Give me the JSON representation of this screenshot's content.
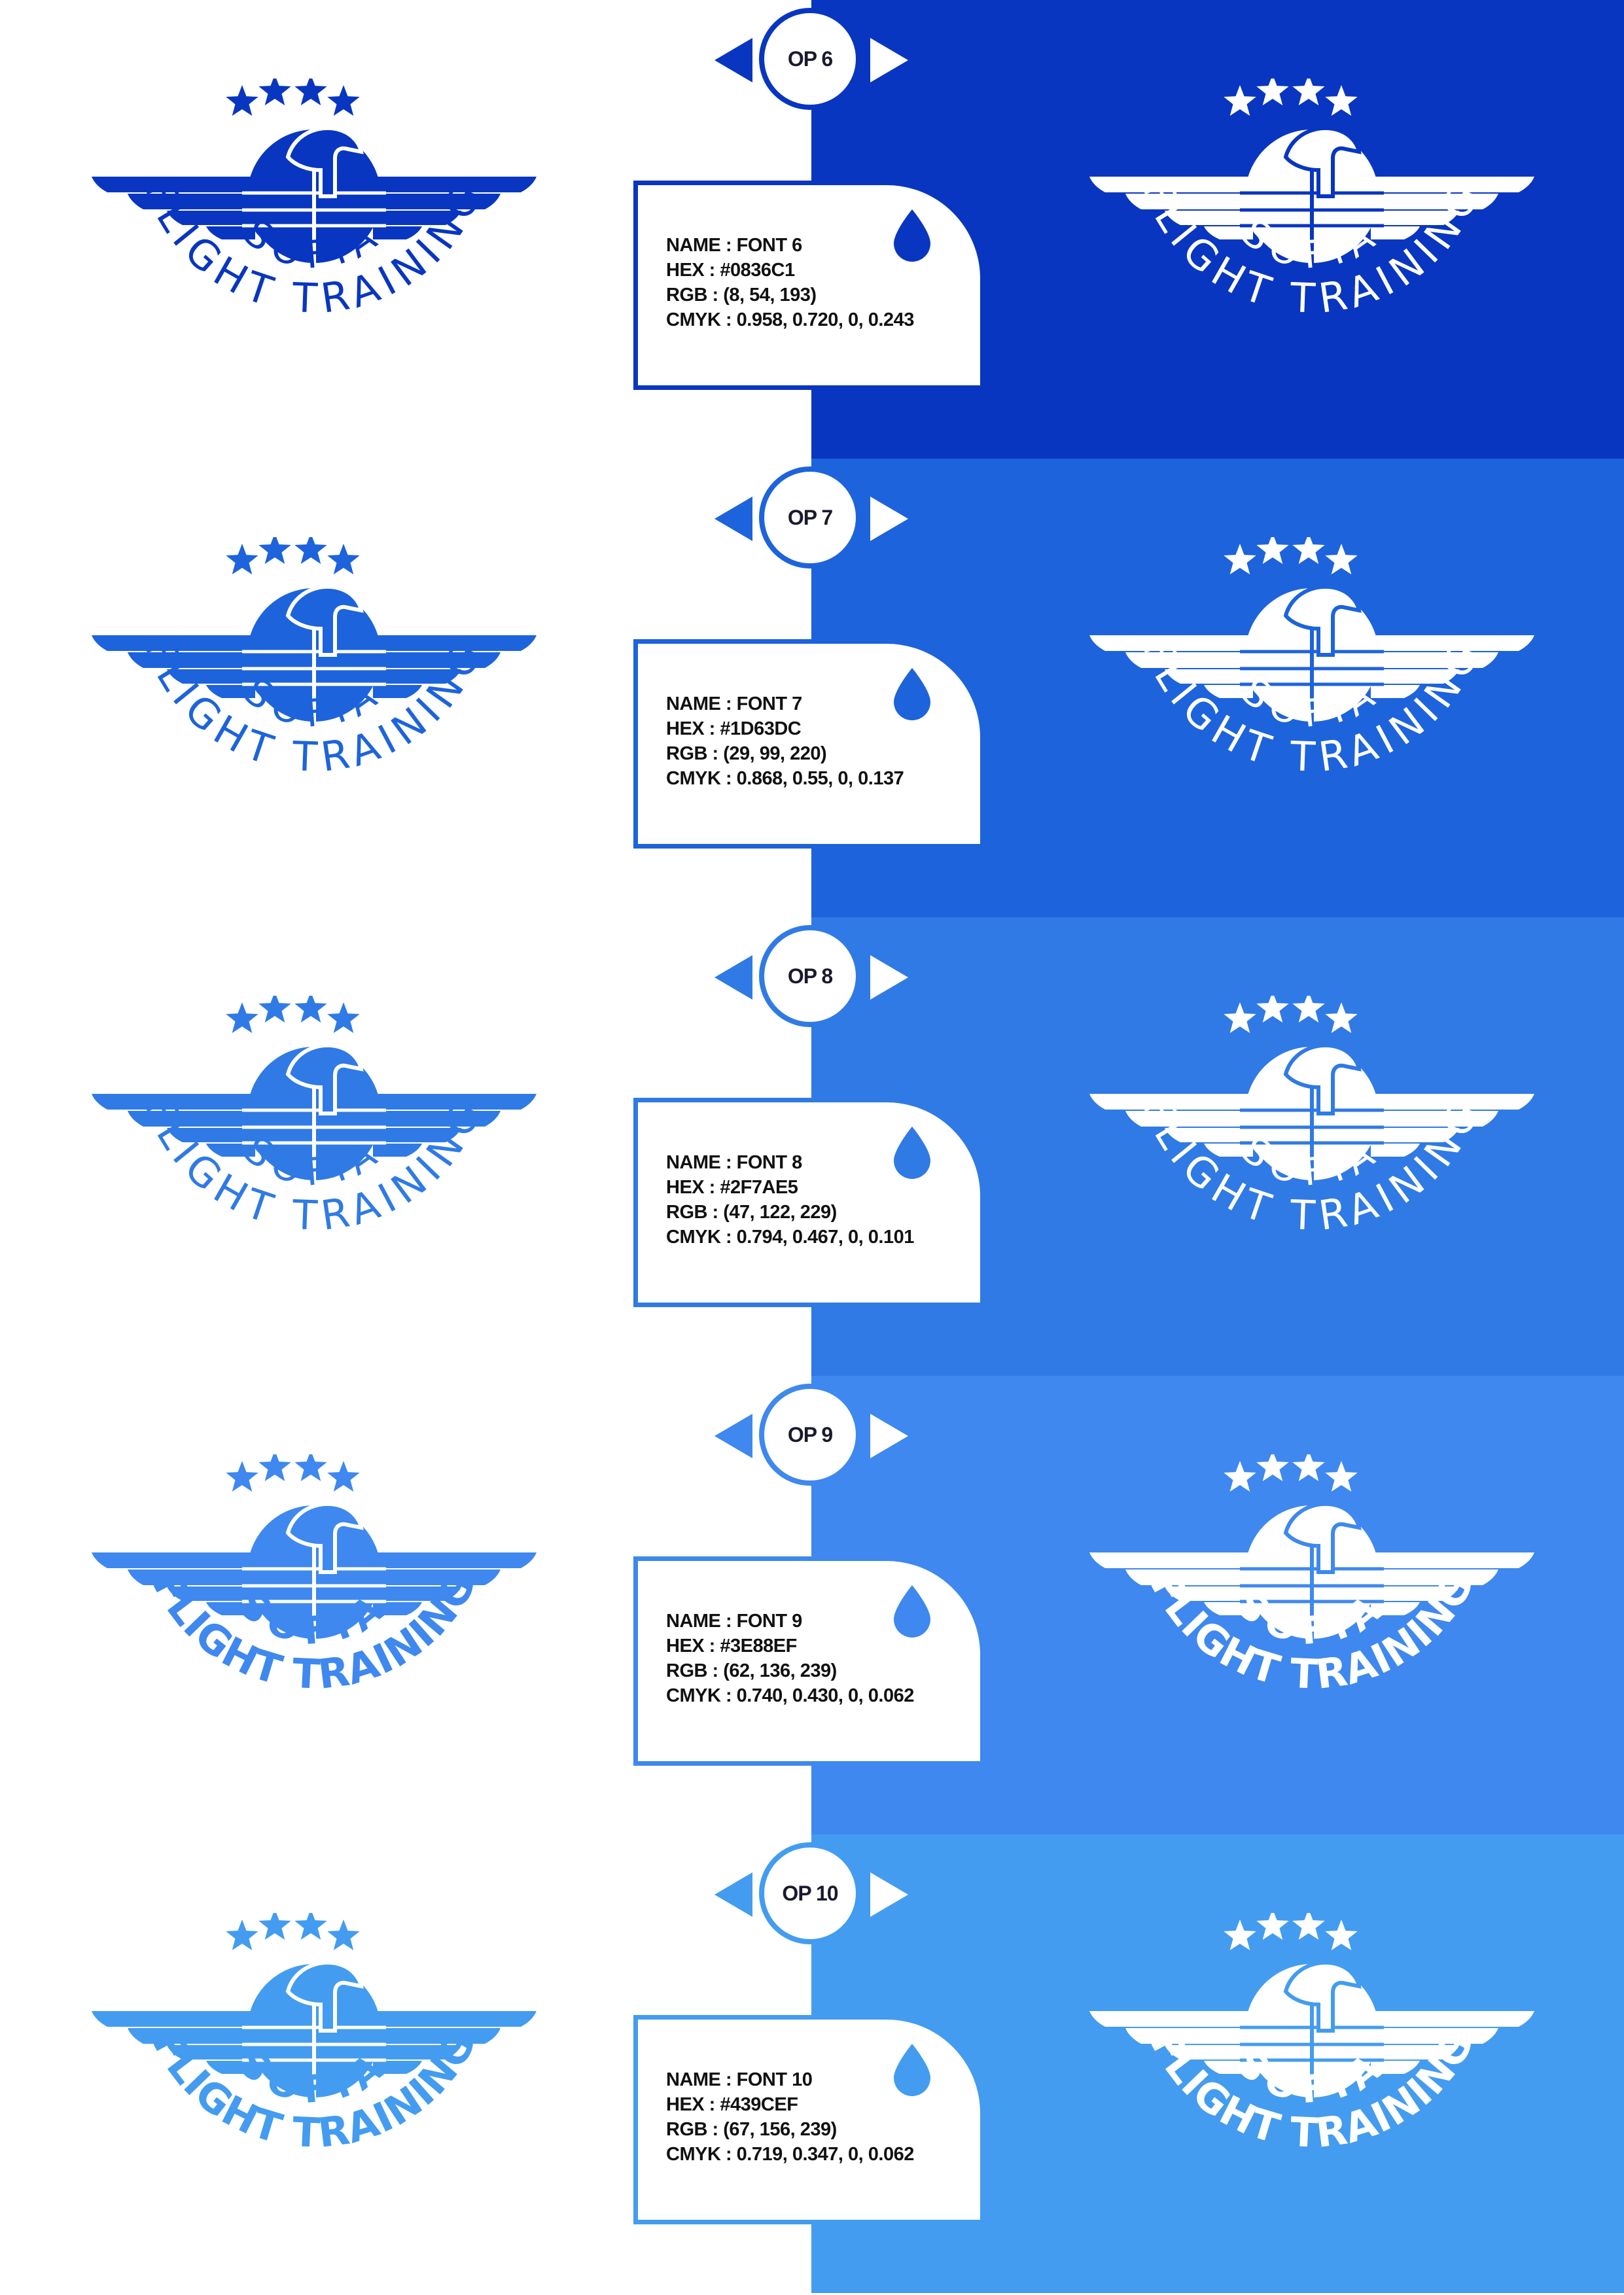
{
  "logo": {
    "top_word": "SOFIA",
    "bottom_words": "FLIGHT TRAINING"
  },
  "options": [
    {
      "badge": "OP 6",
      "color": "#0836C1",
      "spec": {
        "name": "NAME : FONT 6",
        "hex": "HEX : #0836C1",
        "rgb": "RGB : (8, 54, 193)",
        "cmyk": "CMYK : 0.958, 0.720, 0, 0.243"
      }
    },
    {
      "badge": "OP 7",
      "color": "#1D63DC",
      "spec": {
        "name": "NAME : FONT 7",
        "hex": "HEX : #1D63DC",
        "rgb": "RGB : (29, 99, 220)",
        "cmyk": "CMYK : 0.868, 0.55, 0, 0.137"
      }
    },
    {
      "badge": "OP 8",
      "color": "#2F7AE5",
      "spec": {
        "name": "NAME : FONT 8",
        "hex": "HEX : #2F7AE5",
        "rgb": "RGB : (47, 122, 229)",
        "cmyk": "CMYK : 0.794, 0.467, 0, 0.101"
      }
    },
    {
      "badge": "OP 9",
      "color": "#3E88EF",
      "spec": {
        "name": "NAME : FONT 9",
        "hex": "HEX : #3E88EF",
        "rgb": "RGB : (62, 136, 239)",
        "cmyk": "CMYK : 0.740, 0.430, 0, 0.062"
      }
    },
    {
      "badge": "OP 10",
      "color": "#439CEF",
      "spec": {
        "name": "NAME : FONT 10",
        "hex": "HEX : #439CEF",
        "rgb": "RGB : (67, 156, 239)",
        "cmyk": "CMYK : 0.719, 0.347, 0, 0.062"
      }
    }
  ]
}
